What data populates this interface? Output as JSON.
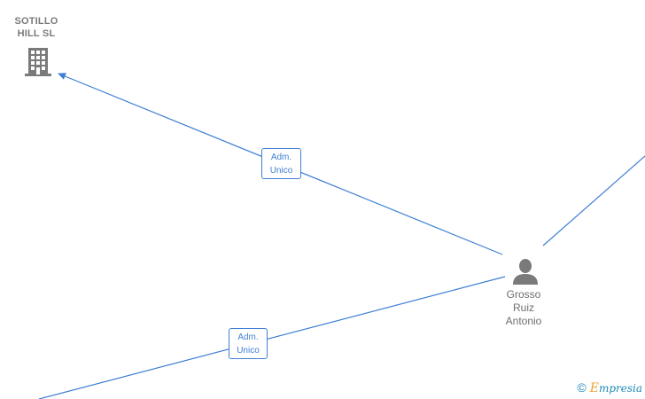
{
  "nodes": {
    "company": {
      "name": "SOTILLO\nHILL  SL",
      "icon": "building-icon"
    },
    "person": {
      "name_lines": [
        "Grosso",
        "Ruiz",
        "Antonio"
      ],
      "icon": "person-icon"
    }
  },
  "edges": [
    {
      "label_line1": "Adm.",
      "label_line2": "Unico"
    },
    {
      "label_line1": "Adm.",
      "label_line2": "Unico"
    }
  ],
  "watermark": {
    "copyright": "©",
    "brand_first": "E",
    "brand_rest": "mpresia"
  },
  "colors": {
    "edge": "#3f7fd4",
    "icon": "#7a7a7a",
    "label": "#6e6e6e"
  }
}
